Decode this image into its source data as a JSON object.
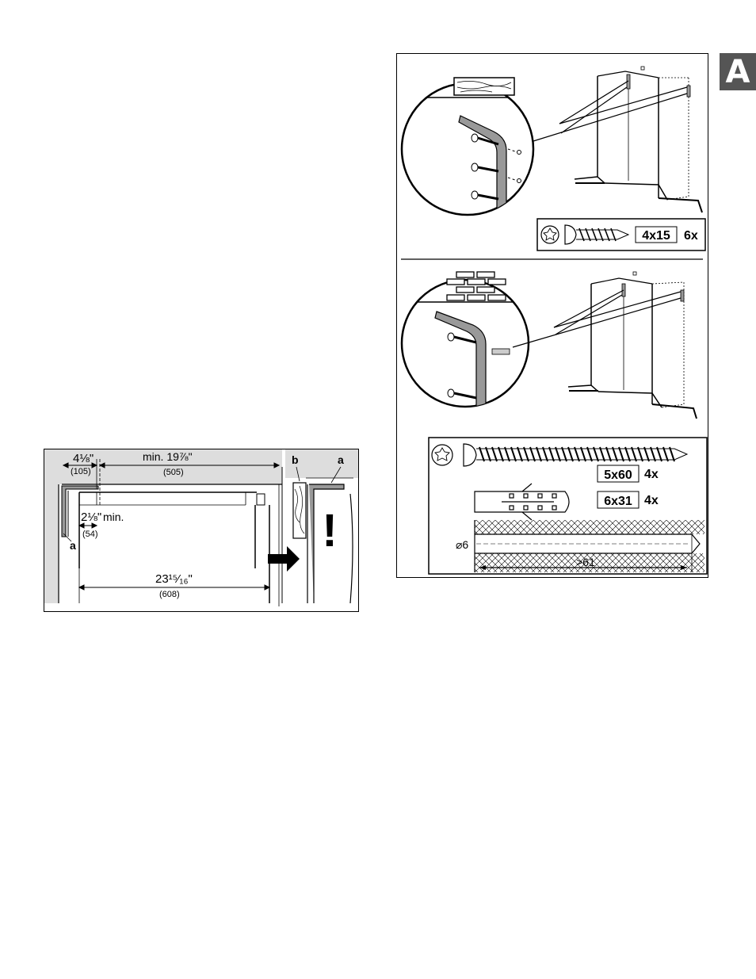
{
  "section_letter": "A",
  "clearance": {
    "dim_side": "4⅛\"",
    "dim_side_mm": "(105)",
    "dim_top": "min. 19⅞\"",
    "dim_top_mm": "(505)",
    "dim_min": "2⅛\"",
    "dim_min_suffix": "min.",
    "dim_min_mm": "(54)",
    "dim_width": "23¹⁵⁄₁₆\"",
    "dim_width_mm": "(608)",
    "label_a": "a",
    "label_b": "b",
    "label_a2": "a",
    "warning_mark": "!"
  },
  "mount": {
    "wood_screw_size": "4x15",
    "wood_screw_qty": "6x",
    "masonry_screw_size": "5x60",
    "masonry_screw_qty": "4x",
    "dowel_size": "6x31",
    "dowel_qty": "4x",
    "drill_diameter": "⌀6",
    "drill_depth": ">61"
  }
}
